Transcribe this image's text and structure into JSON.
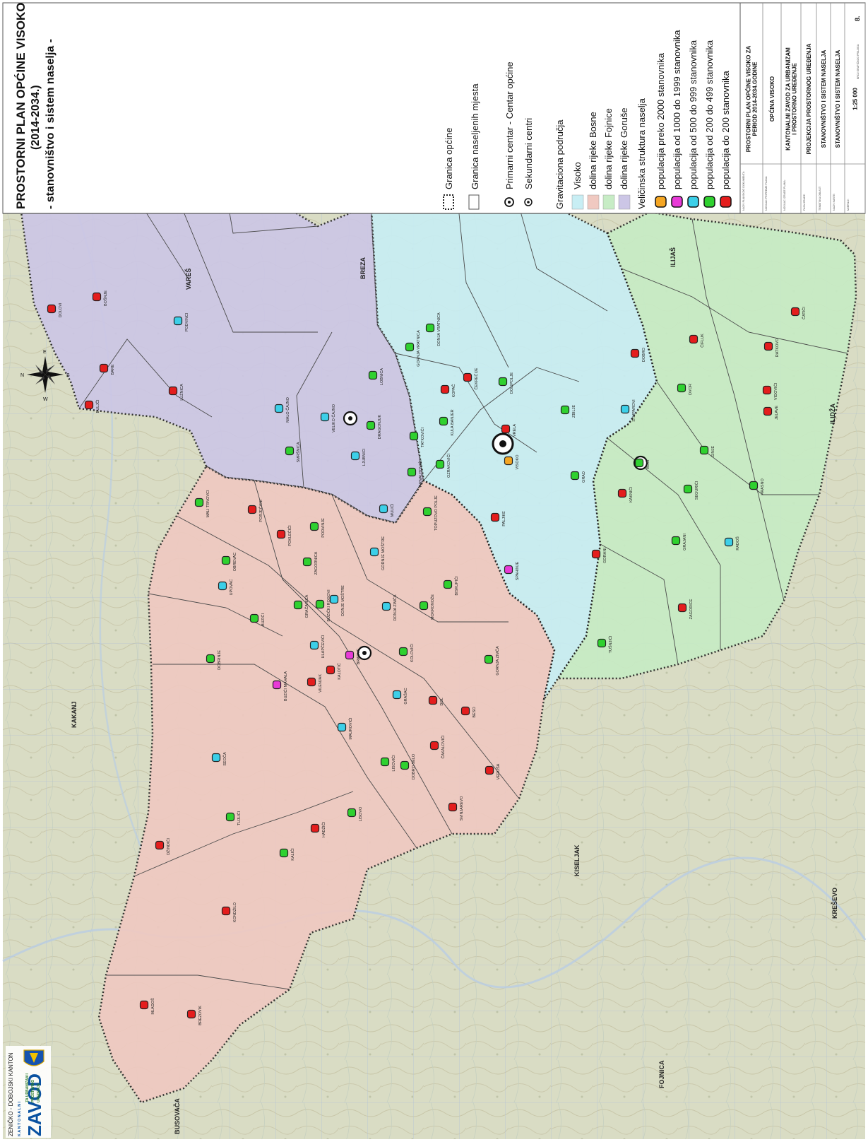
{
  "header": {
    "title": "PROSTORNI PLAN OPĆINE VISOKO",
    "years": "(2014-2034.)",
    "subtitle": "- stanovništvo i sistem naselja -"
  },
  "logo": {
    "canton": "ZENIČKO - DOBOJSKI KANTON",
    "kantonalni": "K A N T O N A L N I",
    "zavod": "ZAVOD",
    "line1": "ZA  URBANIZAM I",
    "line2": "PROSTORNO",
    "line3": "UREĐENJE"
  },
  "legend": {
    "boundary": "Granica općine",
    "settlement_boundary": "Granica naseljenih mjesta",
    "primary_center": "Primarni centar - Centar općine",
    "secondary_centers": "Sekundarni centri",
    "gravitation_title": "Gravitaciona područja",
    "gravitation": [
      {
        "label": "Visoko",
        "color": "#c8eef4"
      },
      {
        "label": "dolina rijeke Bosne",
        "color": "#f0c9c1"
      },
      {
        "label": "dolina rijeke Fojnice",
        "color": "#c7ecc5"
      },
      {
        "label": "dolina rijeke Goruše",
        "color": "#ccc6e6"
      }
    ],
    "size_title": "Veličinska struktura naselja",
    "sizes": [
      {
        "label": "populacija preko 2000 stanovnika",
        "color": "#f5a623"
      },
      {
        "label": "populacija od 1000 do 1999 stanovnika",
        "color": "#e83ad7"
      },
      {
        "label": "populacija od 500 do 999 stanovnika",
        "color": "#3ccfe8"
      },
      {
        "label": "populacija od 200 do 499 stanovnika",
        "color": "#2fd12f"
      },
      {
        "label": "populacija do 200 stanovnika",
        "color": "#e41d1d"
      }
    ]
  },
  "title_block": {
    "rows": [
      {
        "label": "NAZIV PLANSKOG DOKUMENTA:",
        "value": "PROSTORNI PLAN OPĆINE VISOKO ZA PERIOD 2014-2034.GODINE"
      },
      {
        "label": "NOSILAC PRIPREME PLANA:",
        "value": "OPĆINA VISOKO"
      },
      {
        "label": "NOSILAC IZRADE PLANA:",
        "value": "KANTONALNI ZAVOD ZA URBANIZAM I PROSTORNO UREĐENJE"
      },
      {
        "label": "FAZA IZRADE:",
        "value": "PROJEKCIJA PROSTORNOG UREĐENJA"
      },
      {
        "label": "TEMATSKA OBLAST:",
        "value": "STANOVNIŠTVO I SISTEM NASELJA"
      },
      {
        "label": "NAZIV KARTE:",
        "value": "STANOVNIŠTVO I SISTEM NASELJA"
      },
      {
        "label": "MJERILO:",
        "value": "1:25 000"
      }
    ],
    "sheet_label": "BROJ GRAFIČKOG PRILOGA:",
    "sheet_number": "8."
  },
  "compass": {
    "n": "N",
    "s": "S",
    "e": "E",
    "w": "W"
  },
  "neighbors": [
    "VAREŠ",
    "BREZA",
    "ILIJAŠ",
    "ILIDŽA",
    "KISELJAK",
    "KREŠEVO",
    "FOJNICA",
    "BUSOVAČA",
    "KAKANJ"
  ],
  "map": {
    "areas": [
      {
        "region": "goruse",
        "color": "#ccc6e6"
      },
      {
        "region": "bosne",
        "color": "#f0c9c1"
      },
      {
        "region": "visoko",
        "color": "#c8eef4"
      },
      {
        "region": "fojnice",
        "color": "#c7ecc5"
      }
    ],
    "settlements": [
      {
        "name": "DOLOVI",
        "cls": "red"
      },
      {
        "name": "BOŠNJE",
        "cls": "red"
      },
      {
        "name": "PODVINCI",
        "cls": "cyan"
      },
      {
        "name": "BARE",
        "cls": "red"
      },
      {
        "name": "BULJČI",
        "cls": "red"
      },
      {
        "name": "LUŽNICA",
        "cls": "red"
      },
      {
        "name": "MALO ČAJNO",
        "cls": "cyan"
      },
      {
        "name": "VELIKO ČAJNO",
        "cls": "cyan"
      },
      {
        "name": "DRAGONJUK",
        "cls": "green"
      },
      {
        "name": "LOBNICA",
        "cls": "green"
      },
      {
        "name": "SMRŠNICA",
        "cls": "green"
      },
      {
        "name": "LJUBNICI",
        "cls": "cyan"
      },
      {
        "name": "GORNJA VRATNICA",
        "cls": "green"
      },
      {
        "name": "DONJA VRATNICA",
        "cls": "green"
      },
      {
        "name": "ČEKREČIJE",
        "cls": "red"
      },
      {
        "name": "KOPAČ",
        "cls": "red"
      },
      {
        "name": "DOLIPOLJE",
        "cls": "green"
      },
      {
        "name": "KULA BANJER",
        "cls": "green"
      },
      {
        "name": "VRELA",
        "cls": "red"
      },
      {
        "name": "TATKOVIĆI",
        "cls": "green"
      },
      {
        "name": "ARNAUTOVIĆI",
        "cls": "green"
      },
      {
        "name": "OZRAKOVIĆI",
        "cls": "green"
      },
      {
        "name": "VISOKO",
        "cls": "orange"
      },
      {
        "name": "TOPUZOVO POLJE",
        "cls": "green"
      },
      {
        "name": "MULIĆI",
        "cls": "cyan"
      },
      {
        "name": "PALJIKE",
        "cls": "red"
      },
      {
        "name": "GORNJE MOŠTRE",
        "cls": "cyan"
      },
      {
        "name": "SPAHINJE",
        "cls": "magenta"
      },
      {
        "name": "ZBILJE",
        "cls": "green"
      },
      {
        "name": "DOBRO",
        "cls": "red"
      },
      {
        "name": "ČIFLUK",
        "cls": "red"
      },
      {
        "name": "ČATIĆI",
        "cls": "red"
      },
      {
        "name": "STUPAROVI",
        "cls": "cyan"
      },
      {
        "name": "DVOR",
        "cls": "green"
      },
      {
        "name": "RATKOVO",
        "cls": "red"
      },
      {
        "name": "JELAVE",
        "cls": "red"
      },
      {
        "name": "VIDOVIĆI",
        "cls": "red"
      },
      {
        "name": "BUĆI",
        "cls": "green"
      },
      {
        "name": "GINJE",
        "cls": "green"
      },
      {
        "name": "GRAD",
        "cls": "green"
      },
      {
        "name": "KAKNIĆI",
        "cls": "red"
      },
      {
        "name": "HRASNO",
        "cls": "green"
      },
      {
        "name": "SEGURIĆI",
        "cls": "green"
      },
      {
        "name": "GRAJANI",
        "cls": "green"
      },
      {
        "name": "RADOŠ",
        "cls": "cyan"
      },
      {
        "name": "GORANI",
        "cls": "red"
      },
      {
        "name": "ZAGORICE",
        "cls": "red"
      },
      {
        "name": "TUŠNJIĆI",
        "cls": "green"
      },
      {
        "name": "MALI TRNOVCI",
        "cls": "green"
      },
      {
        "name": "PORJEČANI",
        "cls": "red"
      },
      {
        "name": "POKLEČIĆI",
        "cls": "red"
      },
      {
        "name": "PODVINJE",
        "cls": "green"
      },
      {
        "name": "OBREVAC",
        "cls": "green"
      },
      {
        "name": "ZAGORNICA",
        "cls": "green"
      },
      {
        "name": "UPOVAC",
        "cls": "cyan"
      },
      {
        "name": "GRAČANICA",
        "cls": "green"
      },
      {
        "name": "BUZIĆI",
        "cls": "green"
      },
      {
        "name": "BUZIČKI ROGOVI",
        "cls": "green"
      },
      {
        "name": "DONJE MOŠTRE",
        "cls": "cyan"
      },
      {
        "name": "DONJA ZIMČA",
        "cls": "cyan"
      },
      {
        "name": "MOKRONOŽE",
        "cls": "green"
      },
      {
        "name": "BISKUPIĆI",
        "cls": "green"
      },
      {
        "name": "DOBRINJE",
        "cls": "green"
      },
      {
        "name": "HLAPČEVIĆI",
        "cls": "cyan"
      },
      {
        "name": "BRADVE",
        "cls": "magenta"
      },
      {
        "name": "KOLOVIĆI",
        "cls": "green"
      },
      {
        "name": "GORNJA ZIMČA",
        "cls": "green"
      },
      {
        "name": "BUZIĆI MAHALA",
        "cls": "magenta"
      },
      {
        "name": "KALOTIĆ",
        "cls": "red"
      },
      {
        "name": "VILENJAK",
        "cls": "red"
      },
      {
        "name": "GRAŠAC",
        "cls": "cyan"
      },
      {
        "name": "DOL",
        "cls": "red"
      },
      {
        "name": "BESO",
        "cls": "red"
      },
      {
        "name": "MAUROVIĆI",
        "cls": "cyan"
      },
      {
        "name": "ČAKALOVIĆI",
        "cls": "red"
      },
      {
        "name": "SEOČA",
        "cls": "cyan"
      },
      {
        "name": "LISOVIĆI",
        "cls": "green"
      },
      {
        "name": "DOBRO SELO",
        "cls": "green"
      },
      {
        "name": "VERUŠA",
        "cls": "red"
      },
      {
        "name": "TUJLIĆI",
        "cls": "green"
      },
      {
        "name": "HADŽIĆI",
        "cls": "red"
      },
      {
        "name": "LISOVO",
        "cls": "green"
      },
      {
        "name": "SVINJAREVO",
        "cls": "red"
      },
      {
        "name": "DŽINDIĆI",
        "cls": "red"
      },
      {
        "name": "KALIĆI",
        "cls": "green"
      },
      {
        "name": "KONDŽILO",
        "cls": "red"
      },
      {
        "name": "MLADOŠ",
        "cls": "red"
      },
      {
        "name": "BREZOVIK",
        "cls": "red"
      }
    ]
  }
}
